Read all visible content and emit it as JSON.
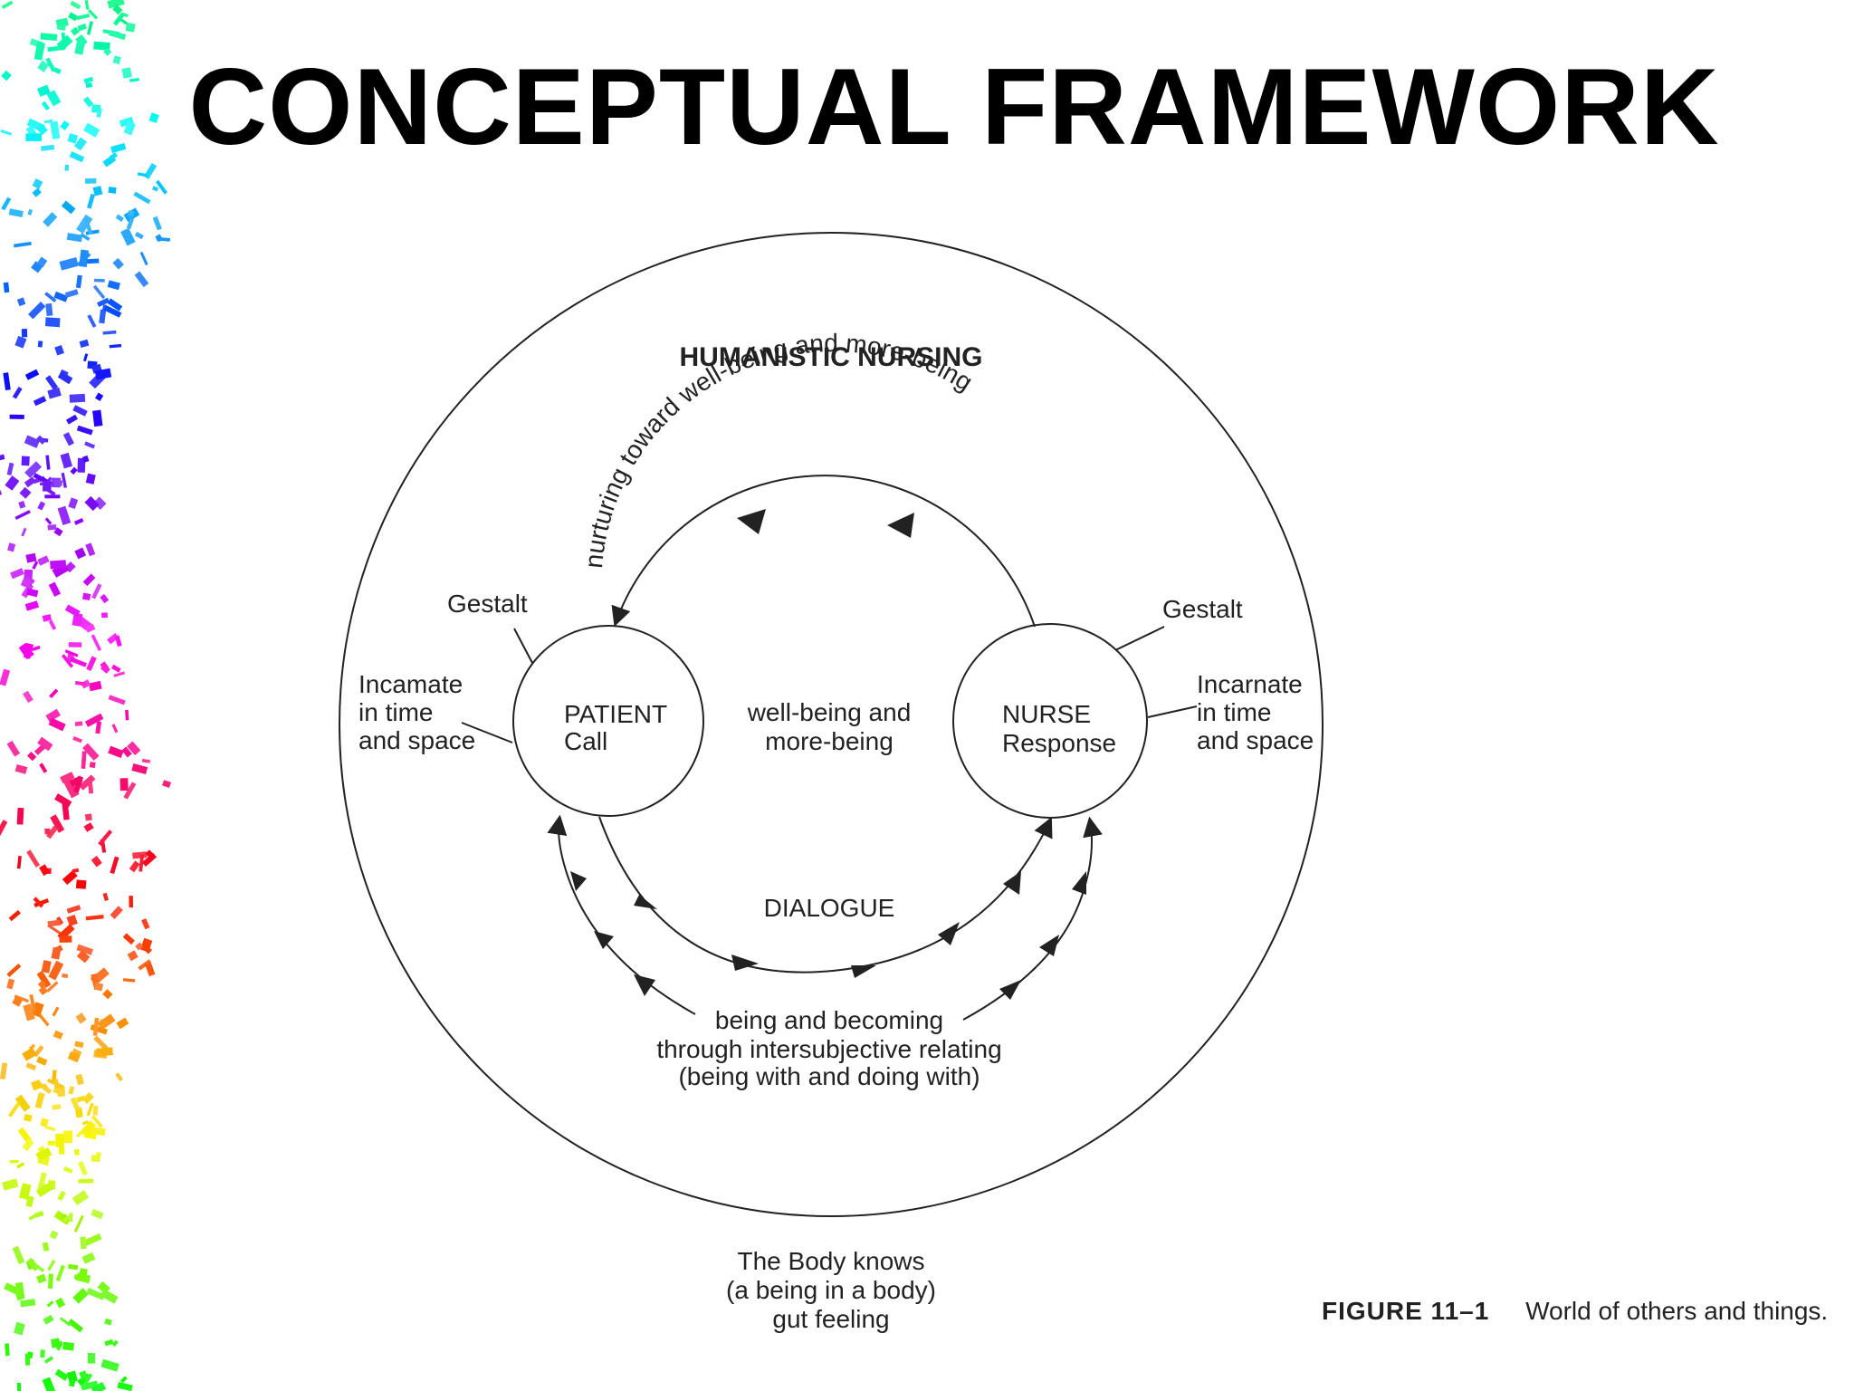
{
  "title": "CONCEPTUAL FRAMEWORK",
  "diagram": {
    "outer_label": "HUMANISTIC NURSING",
    "arc_label": "nurturing toward well-being and more-being",
    "patient": {
      "line1": "PATIENT",
      "line2": "Call"
    },
    "nurse": {
      "line1": "NURSE",
      "line2": "Response"
    },
    "center": {
      "line1": "well-being and",
      "line2": "more-being"
    },
    "dialogue_label": "DIALOGUE",
    "left_gestalt": "Gestalt",
    "right_gestalt": "Gestalt",
    "left_incarnate": [
      "Incamate",
      "in time",
      "and space"
    ],
    "right_incarnate": [
      "Incarnate",
      "in time",
      "and space"
    ],
    "becoming": [
      "being and becoming",
      "through intersubjective relating",
      "(being with and doing with)"
    ],
    "body_knows": [
      "The Body knows",
      "(a being in a body)",
      "gut feeling"
    ]
  },
  "caption": {
    "label": "FIGURE 11–1",
    "text": "World of others and things."
  },
  "colors": {
    "ink": "#222222",
    "background": "#ffffff"
  },
  "decoration": "rainbow-confetti-strip"
}
